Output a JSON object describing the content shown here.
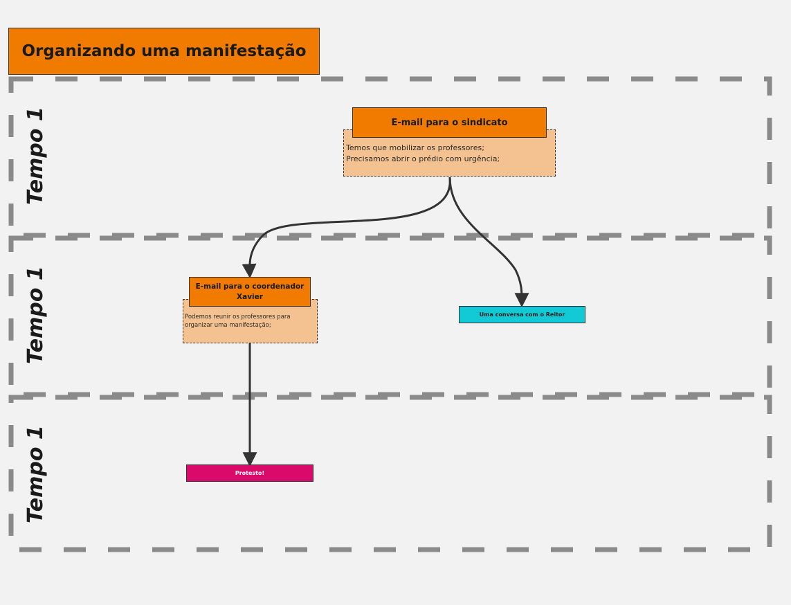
{
  "diagram": {
    "title": "Organizando uma manifestação",
    "lanes": [
      {
        "label": "Tempo 1"
      },
      {
        "label": "Tempo 1"
      },
      {
        "label": "Tempo 1"
      }
    ],
    "nodes": {
      "email_sindicato": {
        "title": "E-mail para o sindicato",
        "lines": [
          "Temos que mobilizar os professores;",
          "Precisamos abrir o prédio com urgência;"
        ]
      },
      "email_coordenador": {
        "title": "E-mail para o coordenador Xavier",
        "lines": [
          "Podemos reunir os professores para organizar uma manifestação;"
        ]
      },
      "conversa_reitor": {
        "label": "Uma conversa com o Reitor",
        "color": "#12cad6"
      },
      "protesto": {
        "label": "Protesto!",
        "color": "#d90a6a"
      }
    },
    "colors": {
      "accent": "#f07b00",
      "note": "#f3c290",
      "lane_border": "#8a8a8a",
      "arrow": "#333333"
    }
  }
}
